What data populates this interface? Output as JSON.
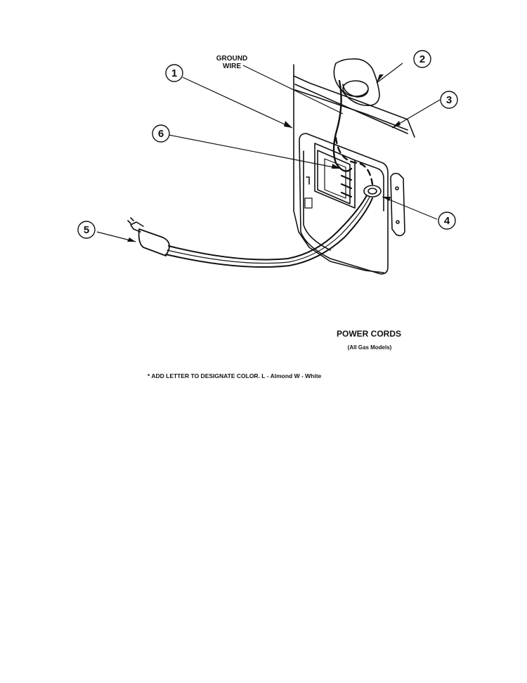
{
  "diagram": {
    "ground_wire_label_line1": "GROUND",
    "ground_wire_label_line2": "WIRE",
    "callouts": [
      "1",
      "2",
      "3",
      "4",
      "5",
      "6"
    ]
  },
  "caption": {
    "title": "POWER CORDS",
    "subtitle": "(All Gas Models)",
    "note": "* ADD LETTER TO DESIGNATE COLOR.  L - Almond  W - White"
  }
}
